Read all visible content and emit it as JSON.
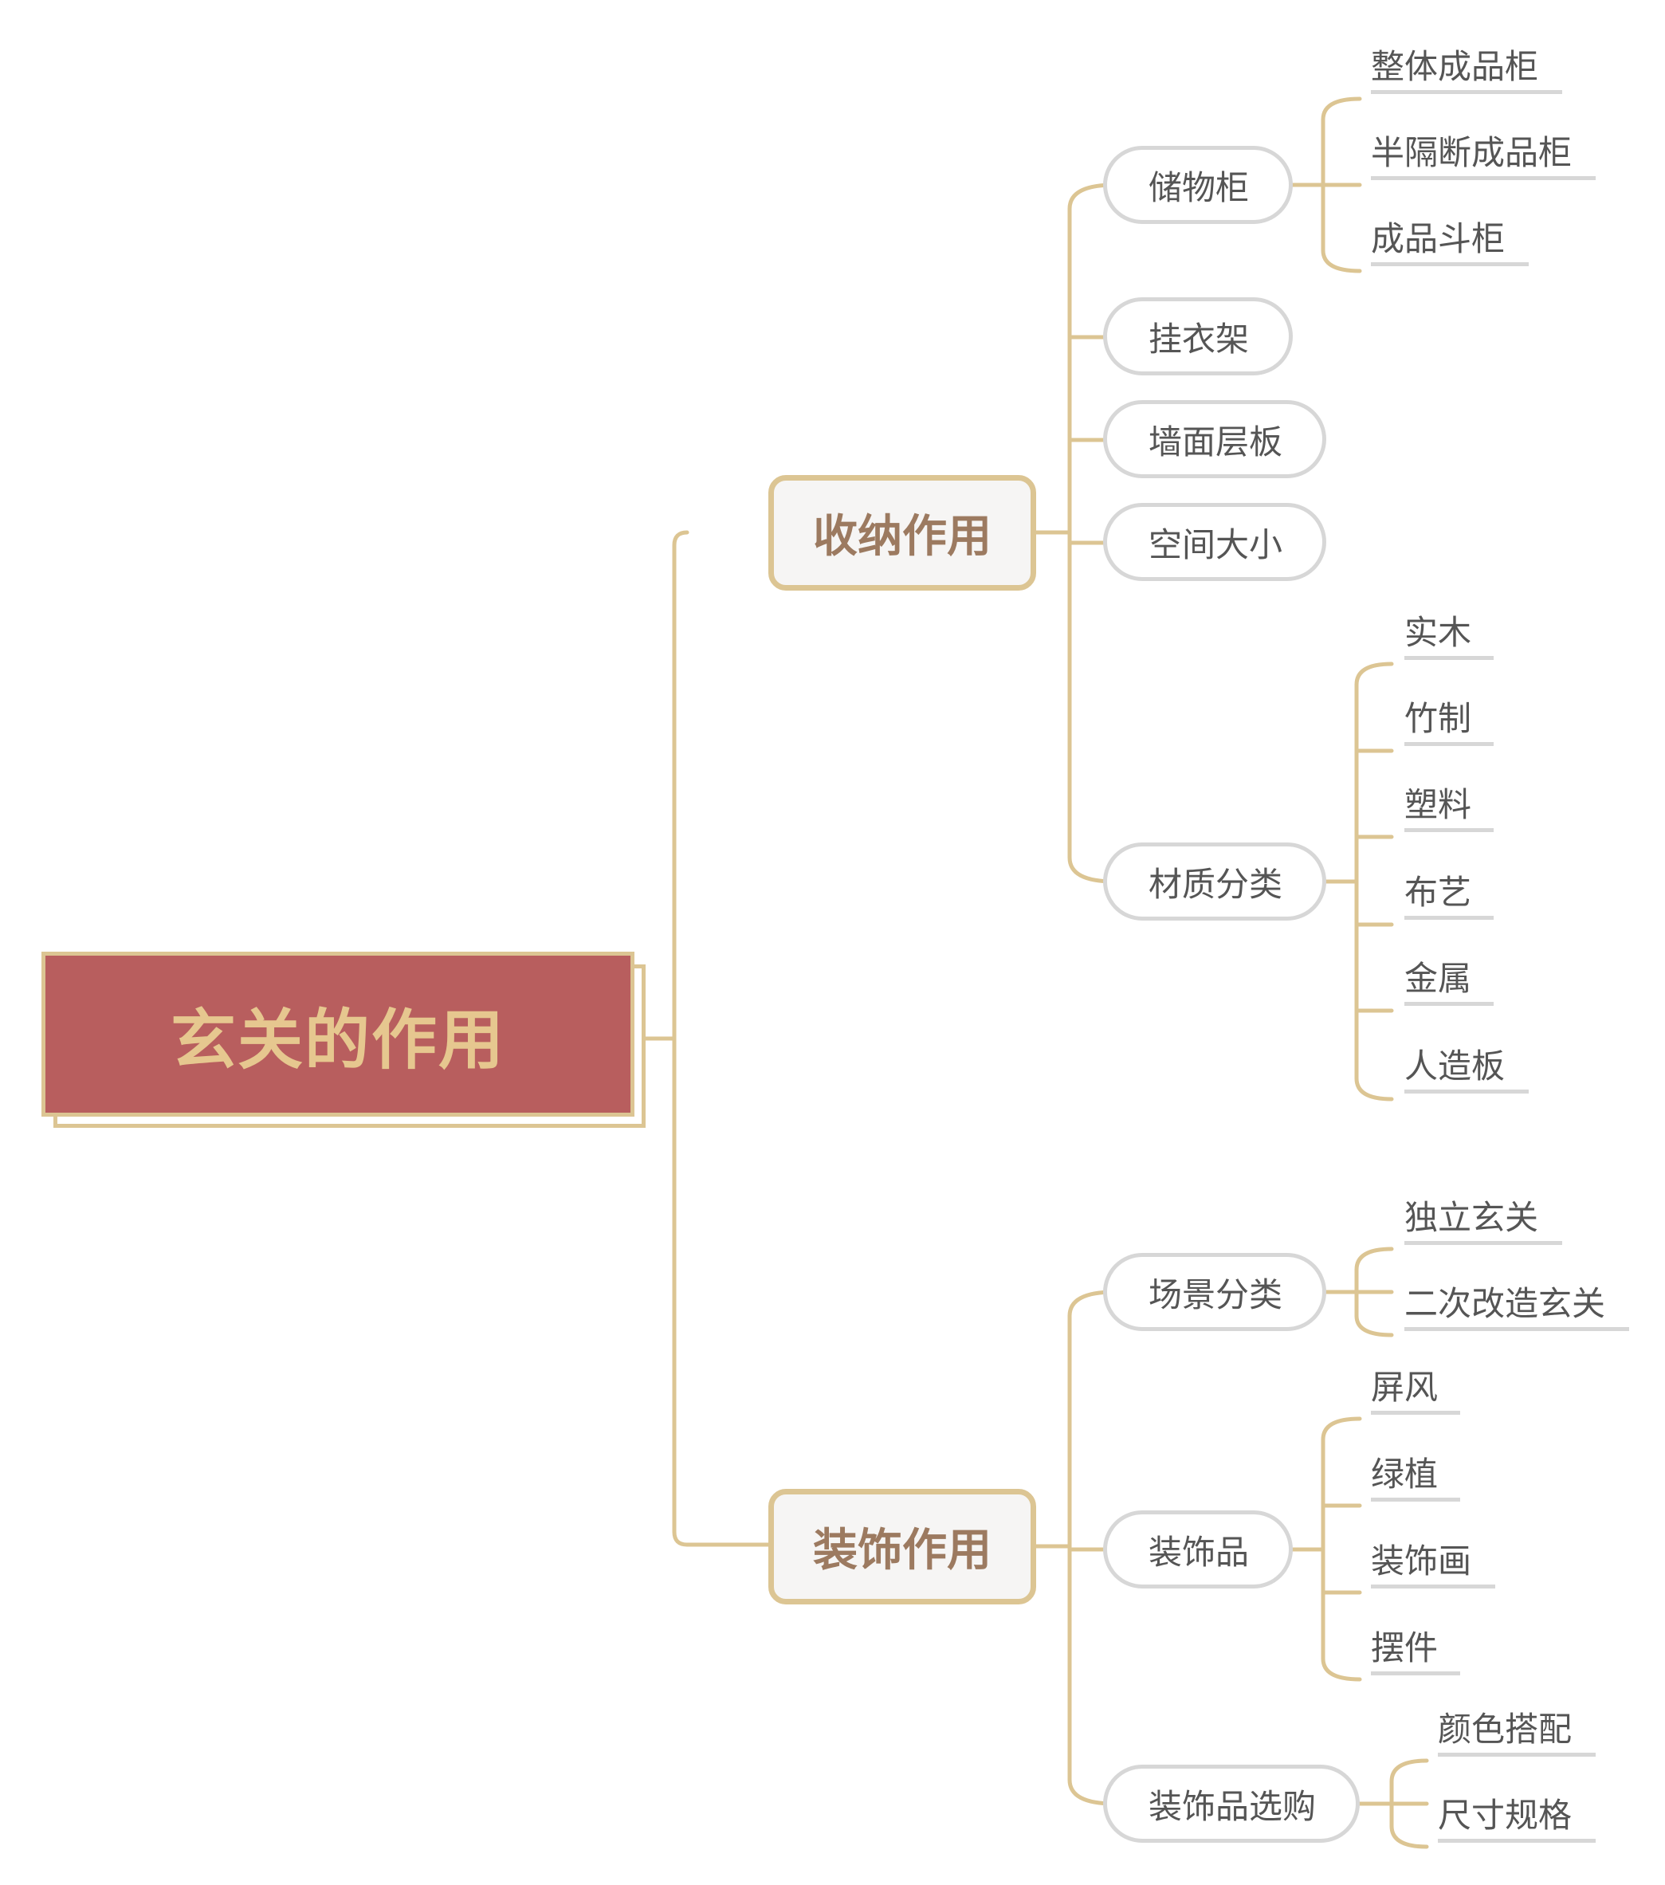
{
  "root": {
    "label": "玄关的作用"
  },
  "branches": [
    {
      "label": "收纳作用",
      "children": [
        {
          "label": "储物柜",
          "children": [
            "整体成品柜",
            "半隔断成品柜",
            "成品斗柜"
          ]
        },
        {
          "label": "挂衣架",
          "children": []
        },
        {
          "label": "墙面层板",
          "children": []
        },
        {
          "label": "空间大小",
          "children": []
        },
        {
          "label": "材质分类",
          "children": [
            "实木",
            "竹制",
            "塑料",
            "布艺",
            "金属",
            "人造板"
          ]
        }
      ]
    },
    {
      "label": "装饰作用",
      "children": [
        {
          "label": "场景分类",
          "children": [
            "独立玄关",
            "二次改造玄关"
          ]
        },
        {
          "label": "装饰品",
          "children": [
            "屏风",
            "绿植",
            "装饰画",
            "摆件"
          ]
        },
        {
          "label": "装饰品选购",
          "children": [
            "颜色搭配",
            "尺寸规格"
          ]
        }
      ]
    }
  ],
  "colors": {
    "connector": "#dcc593",
    "root_fill": "#b85e5e",
    "root_text": "#e6c78f",
    "main_text": "#9c7a60",
    "node_border": "#d7d7d7",
    "text": "#555555"
  }
}
